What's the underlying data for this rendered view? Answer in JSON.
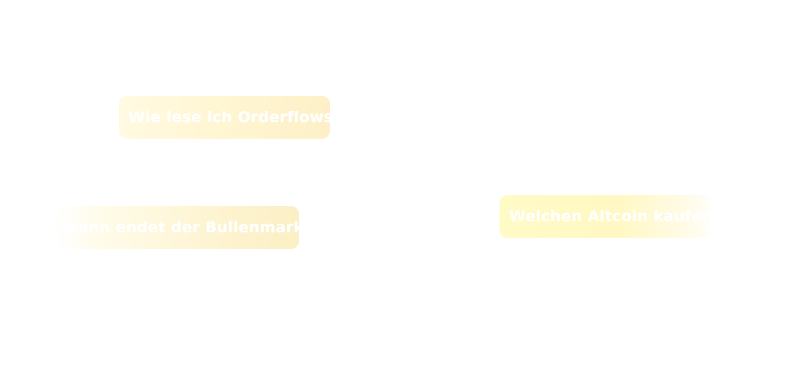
{
  "suggestions": [
    {
      "label": "Wie lese ich Orderflows?"
    },
    {
      "label": "Wann endet der Bullenmarkt?"
    },
    {
      "label": "Welchen Altcoin kaufen?"
    }
  ]
}
